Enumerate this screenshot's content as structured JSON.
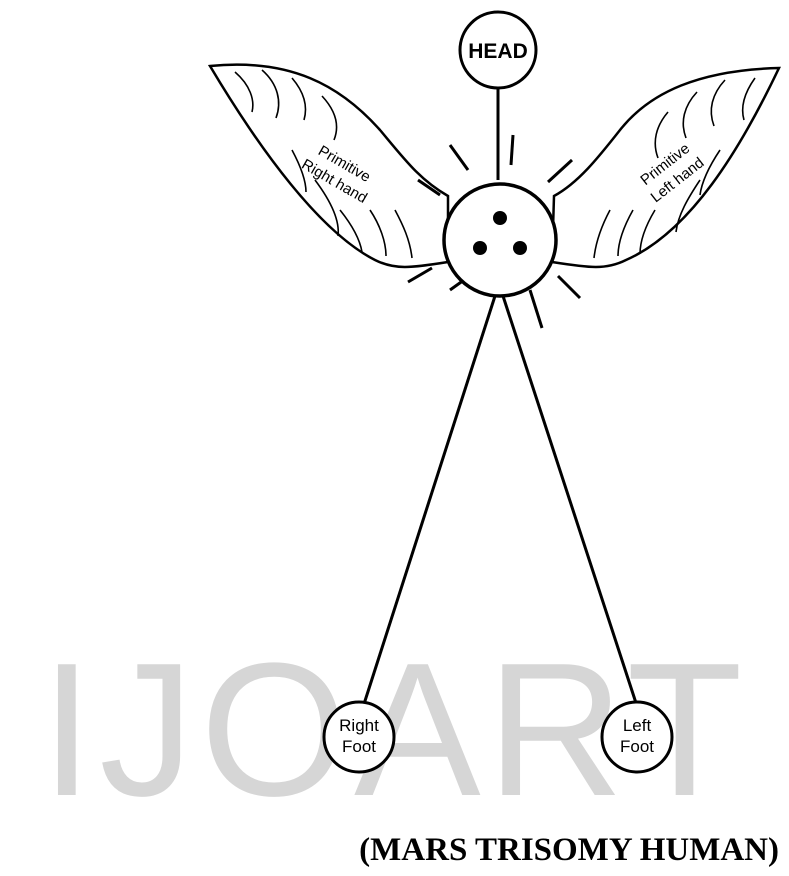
{
  "nodes": {
    "head": "HEAD",
    "right_foot_line1": "Right",
    "right_foot_line2": "Foot",
    "left_foot_line1": "Left",
    "left_foot_line2": "Foot"
  },
  "wings": {
    "right_line1": "Primitive",
    "right_line2": "Right hand",
    "left_line1": "Primitive",
    "left_line2": "Left hand"
  },
  "watermark": "IJOART",
  "caption": "(MARS TRISOMY HUMAN)"
}
